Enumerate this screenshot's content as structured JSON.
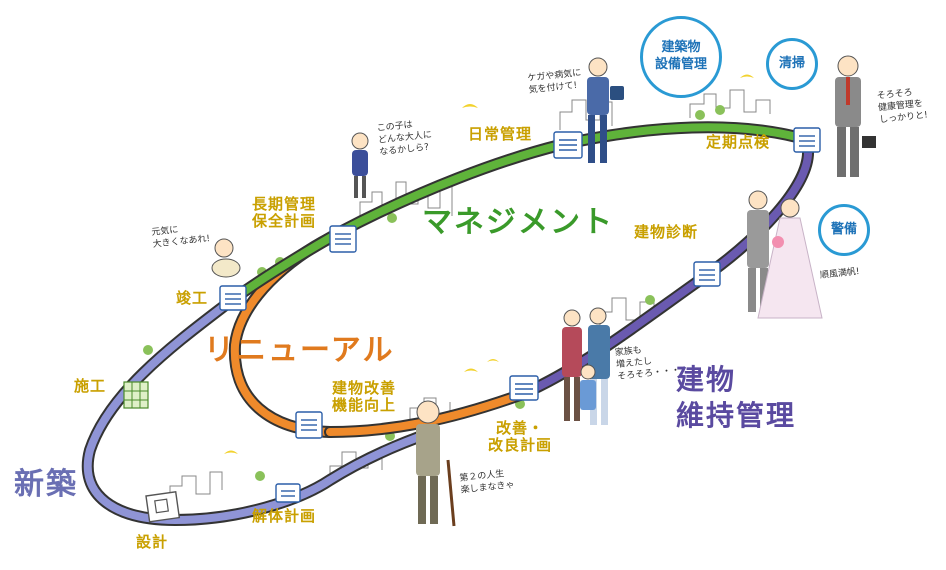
{
  "colors": {
    "green": "#5fb33a",
    "orange": "#ef8a2b",
    "blue": "#8f94d6",
    "purple": "#6a5ab0",
    "stage_text": "#c9a000",
    "circle": "#2a9ad4"
  },
  "phases": {
    "new_build": "新築",
    "management": "マネジメント",
    "renewal": "リニューアル",
    "maintenance_line1": "建物",
    "maintenance_line2": "維持管理"
  },
  "stages": {
    "design": "設計",
    "construction": "施工",
    "completion": "竣工",
    "long_term_line1": "長期管理",
    "long_term_line2": "保全計画",
    "daily": "日常管理",
    "periodic": "定期点検",
    "diagnosis": "建物診断",
    "improvement_line1": "改善・",
    "improvement_line2": "改良計画",
    "renovation_line1": "建物改善",
    "renovation_line2": "機能向上",
    "demolition": "解体計画"
  },
  "circles": {
    "facility_line1": "建築物",
    "facility_line2": "設備管理",
    "cleaning": "清掃",
    "security": "警備"
  },
  "speech": {
    "baby_line1": "元気に",
    "baby_line2": "大きくなあれ!",
    "child_line1": "この子は",
    "child_line2": "どんな大人に",
    "child_line3": "なるかしら?",
    "worker_line1": "ケガや病気に",
    "worker_line2": "気を付けて!",
    "businessman_line1": "そろそろ",
    "businessman_line2": "健康管理を",
    "businessman_line3": "しっかりと!",
    "wedding": "順風満帆!",
    "family_line1": "家族も",
    "family_line2": "増えたし",
    "family_line3": "そろそろ・・・",
    "elder_line1": "第２の人生",
    "elder_line2": "楽しまなきゃ"
  }
}
